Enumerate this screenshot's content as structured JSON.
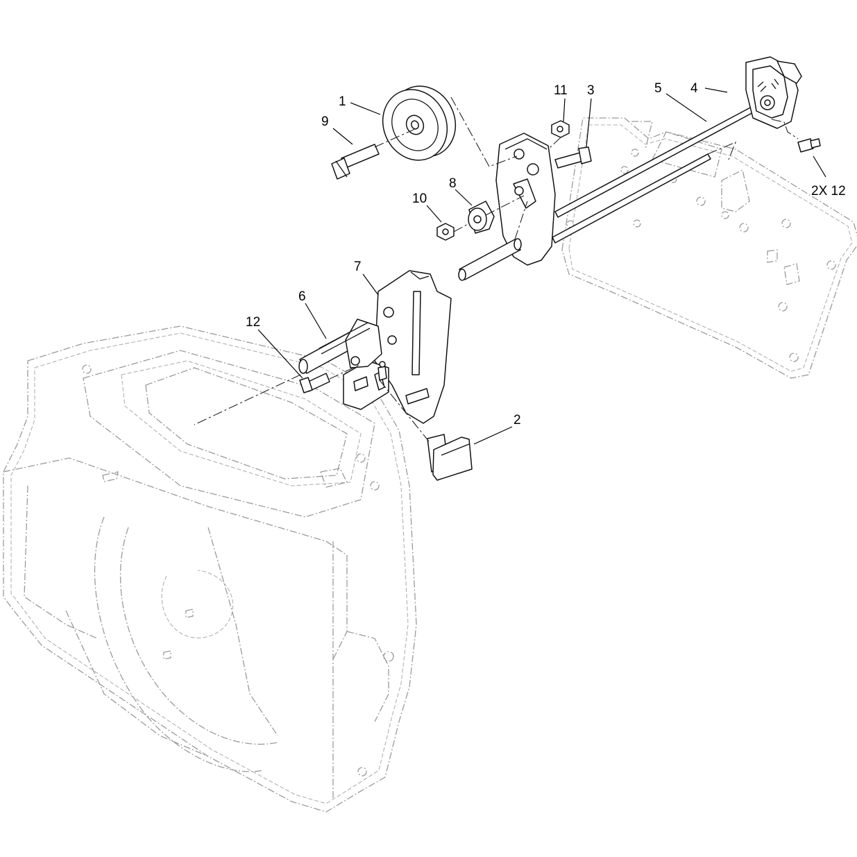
{
  "callouts": {
    "c1": "1",
    "c2": "2",
    "c3": "3",
    "c4": "4",
    "c5": "5",
    "c6": "6",
    "c7": "7",
    "c8": "8",
    "c9": "9",
    "c10": "10",
    "c11": "11",
    "c12": "12",
    "c12x2": "2X 12"
  }
}
